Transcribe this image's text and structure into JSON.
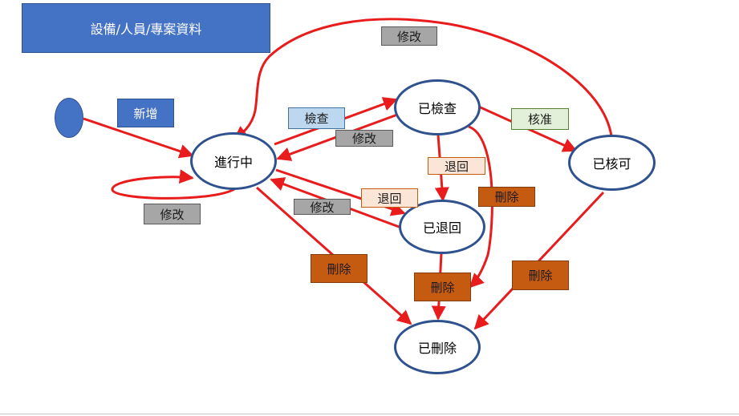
{
  "title": "設備/人員/專案資料",
  "states": {
    "in_progress": "進行中",
    "checked": "已檢查",
    "approved": "已核可",
    "returned": "已退回",
    "deleted": "已刪除"
  },
  "labels": {
    "add": "新增",
    "check": "檢查",
    "modify": "修改",
    "approve": "核准",
    "return": "退回",
    "delete": "刪除"
  },
  "colors": {
    "arrow": "#e81c1c",
    "state_border": "#2f528f",
    "title_fill": "#4472c4",
    "delete_fill": "#c55a11"
  }
}
